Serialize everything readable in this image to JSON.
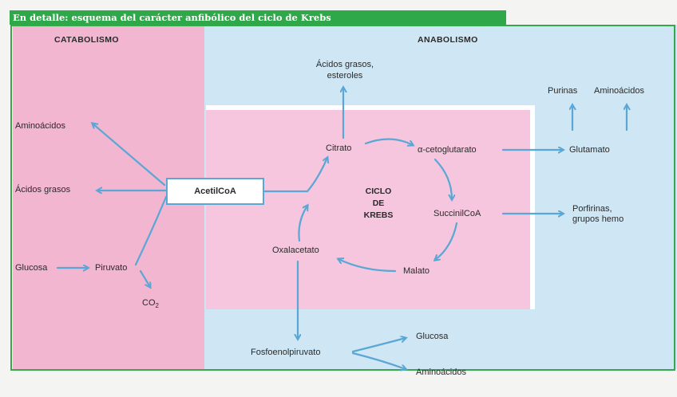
{
  "header": {
    "title": "En detalle: esquema del carácter anfibólico del ciclo de Krebs"
  },
  "sections": {
    "catabolismo": "CATABOLISMO",
    "anabolismo": "ANABOLISMO"
  },
  "ciclo": {
    "line1": "CICLO",
    "line2": "DE",
    "line3": "KREBS"
  },
  "nodes": {
    "acetilcoa": "AcetilCoA",
    "aminoacidos_left": "Aminoácidos",
    "acidos_grasos_left": "Ácidos grasos",
    "glucosa_left": "Glucosa",
    "piruvato": "Piruvato",
    "co2": "CO",
    "co2_sub": "2",
    "acidos_grasos_top_line1": "Ácidos grasos,",
    "acidos_grasos_top_line2": "esteroles",
    "citrato": "Citrato",
    "cetoglutarato": "α-cetoglutarato",
    "glutamato": "Glutamato",
    "purinas": "Purinas",
    "aminoacidos_right": "Aminoácidos",
    "succinilcoa": "SuccinilCoA",
    "porfirinas_line1": "Porfirinas,",
    "porfirinas_line2": "grupos hemo",
    "malato": "Malato",
    "oxalacetato": "Oxalacetato",
    "fosfoenolpiruvato": "Fosfoenolpiruvato",
    "glucosa_bottom": "Glucosa",
    "aminoacidos_bottom": "Aminoácidos"
  },
  "colors": {
    "header_green": "#2fa84a",
    "catabolism_pink": "#f2b6d1",
    "anabolism_blue": "#cfe7f4",
    "arrow_blue": "#5aa7d6"
  }
}
